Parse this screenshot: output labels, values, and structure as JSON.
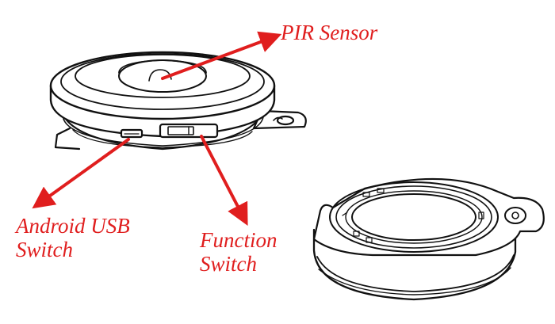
{
  "callouts": {
    "pir": {
      "text": "PIR Sensor"
    },
    "usb": {
      "line1": "Android USB",
      "line2": "Switch"
    },
    "function": {
      "line1": "Function",
      "line2": "Switch"
    }
  },
  "colors": {
    "label": "#e01e1e",
    "arrow": "#e01e1e",
    "drawing": "#111111"
  }
}
